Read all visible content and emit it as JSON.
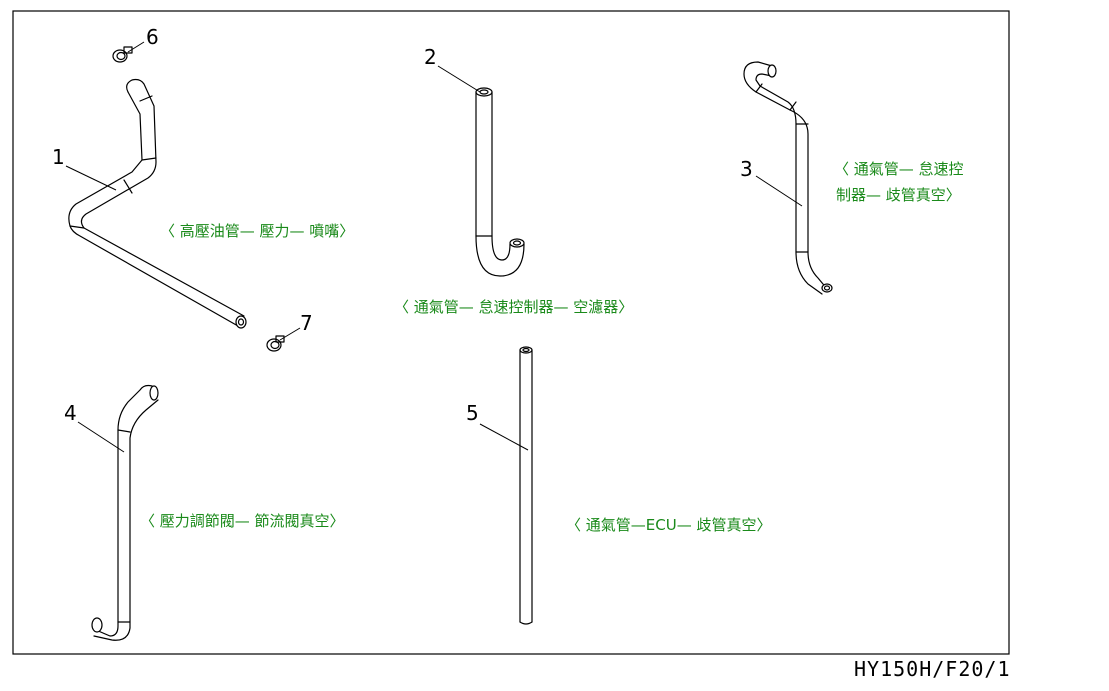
{
  "parts": [
    {
      "number": "1"
    },
    {
      "number": "2"
    },
    {
      "number": "3"
    },
    {
      "number": "4"
    },
    {
      "number": "5"
    },
    {
      "number": "6"
    },
    {
      "number": "7"
    }
  ],
  "labels": {
    "hose1": "〈 高壓油管— 壓力— 噴嘴〉",
    "hose2": "〈 通氣管— 怠速控制器— 空濾器〉",
    "hose3_line1": "〈 通氣管— 怠速控",
    "hose3_line2": "制器— 歧管真空〉",
    "hose4": "〈 壓力調節閥— 節流閥真空〉",
    "hose5": "〈 通氣管—ECU— 歧管真空〉"
  },
  "footer": "HY150H/F20/1",
  "colors": {
    "label": "#1a8a1a",
    "line": "#000000",
    "background": "#ffffff"
  }
}
